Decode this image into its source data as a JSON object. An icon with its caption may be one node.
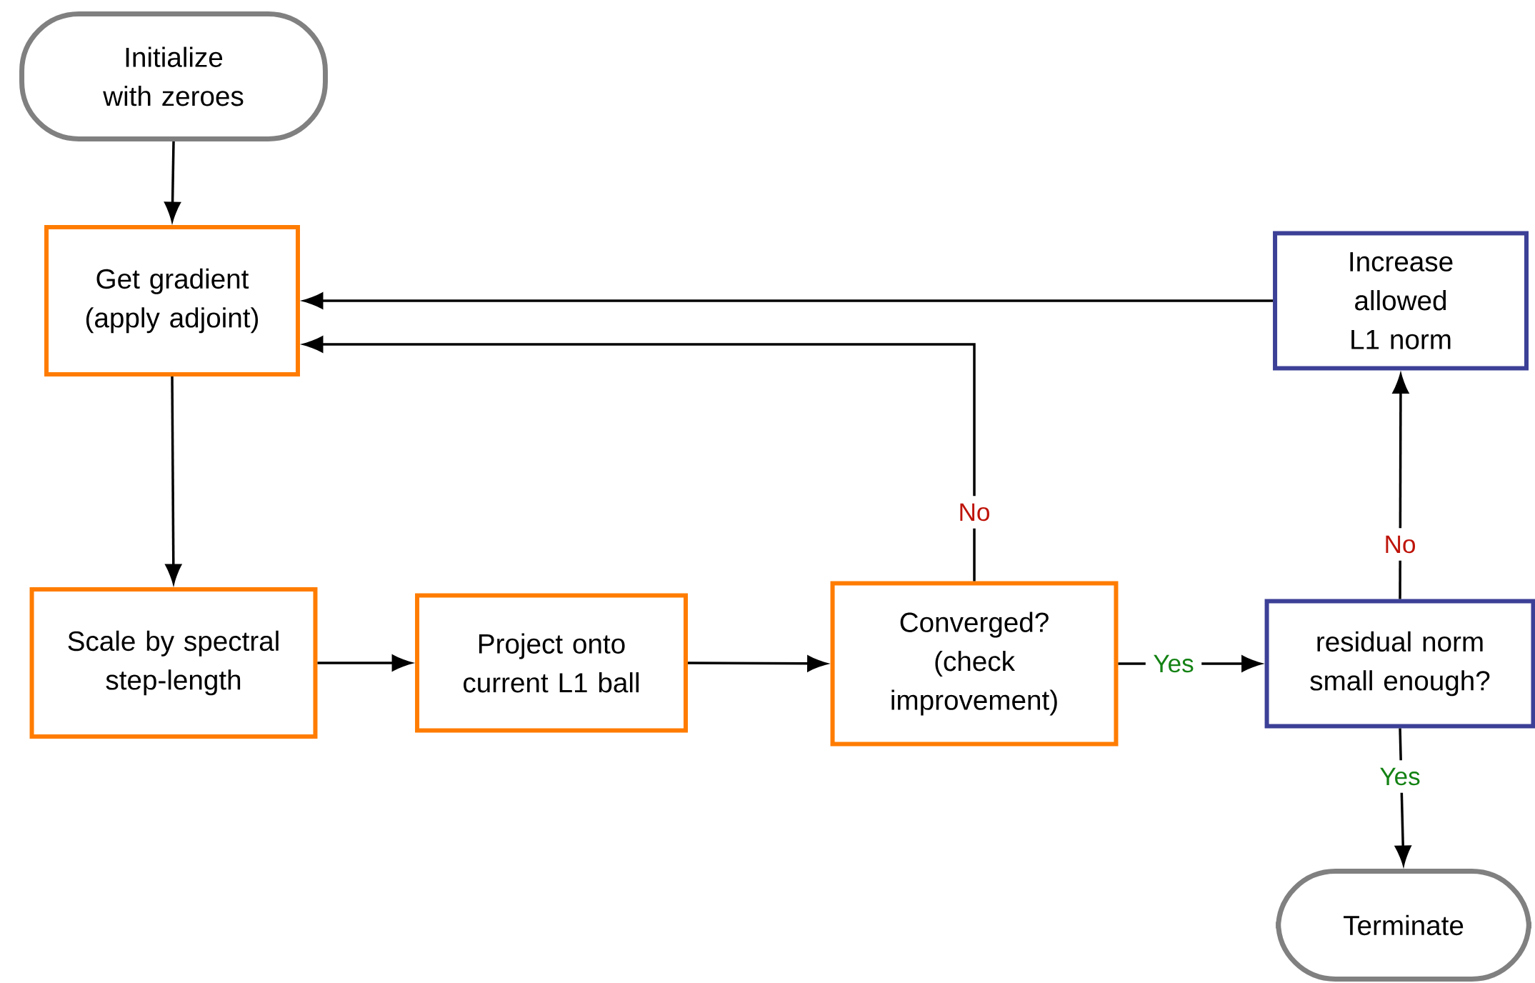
{
  "diagram": {
    "nodes": [
      {
        "text": [
          "Initialize with zeroes"
        ]
      },
      {
        "text": [
          "Get gradient (apply adjoint)"
        ]
      },
      {
        "text": [
          "Scale by spectral step-length"
        ]
      },
      {
        "text": [
          "Project onto current L1 ball"
        ]
      },
      {
        "text": [
          "Converged? (check improvement)"
        ]
      },
      {
        "text": [
          "residual norm small enough?"
        ]
      },
      {
        "text": [
          "Increase allowed L1 norm"
        ]
      },
      {
        "text": [
          "Terminate"
        ]
      }
    ],
    "edges": [
      {
        "from": 0,
        "to": 1,
        "arrow": "to"
      },
      {
        "from": 1,
        "to": 2,
        "arrow": "to"
      },
      {
        "from": 2,
        "to": 3,
        "arrow": "to"
      },
      {
        "from": 3,
        "to": 4,
        "arrow": "to"
      },
      {
        "from": 4,
        "to": 5,
        "arrow": "to",
        "label": "Yes"
      },
      {
        "from": 4,
        "to": 1,
        "arrow": "to",
        "label": "No"
      },
      {
        "from": 5,
        "to": 6,
        "arrow": "to",
        "label": "No"
      },
      {
        "from": 6,
        "to": 1,
        "arrow": "to"
      },
      {
        "from": 5,
        "to": 7,
        "arrow": "to",
        "label": "Yes"
      }
    ]
  }
}
